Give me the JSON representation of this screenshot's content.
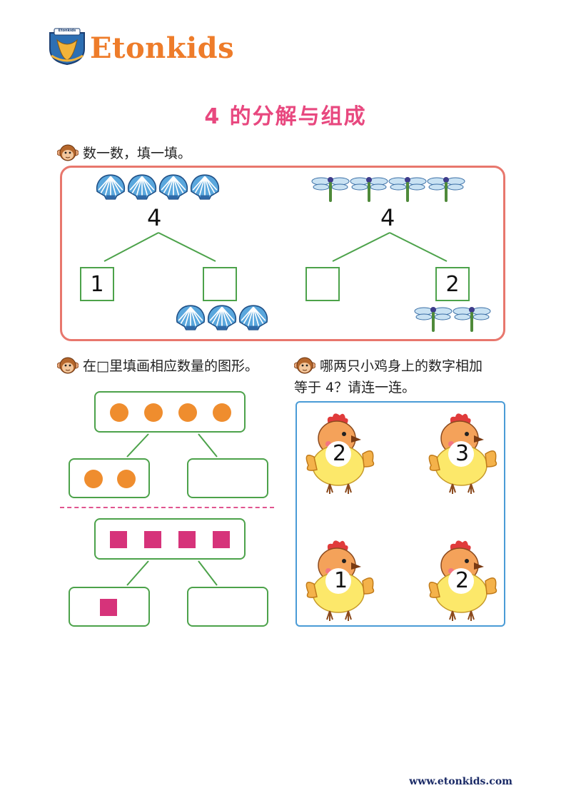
{
  "header": {
    "brand": "Etonkids",
    "crest_text": "Etonkids"
  },
  "title": "4 的分解与组成",
  "section1": {
    "instruction": "数一数，填一填。",
    "left": {
      "top_number": "4",
      "left_box": "1",
      "right_box": ""
    },
    "right": {
      "top_number": "4",
      "left_box": "",
      "right_box": "2"
    }
  },
  "section2": {
    "instruction": "在□里填画相应数量的图形。"
  },
  "section3": {
    "instruction_line1": "哪两只小鸡身上的数字相加",
    "instruction_line2": "等于 4？请连一连。",
    "chicks": [
      "2",
      "3",
      "1",
      "2"
    ]
  },
  "footer": {
    "url": "www.etonkids.com"
  },
  "colors": {
    "frame": "#e8776d",
    "green": "#4ca24a",
    "blue_frame": "#4a9bd6",
    "dot": "#ef8d2e",
    "square": "#d6337a",
    "title": "#e8487f"
  }
}
